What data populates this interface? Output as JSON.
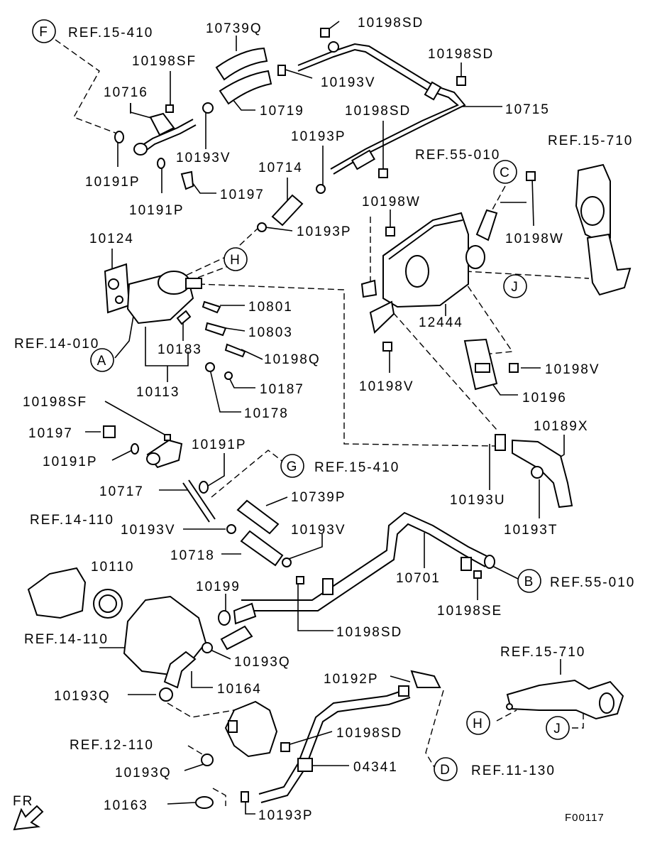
{
  "parts": [
    "10739Q",
    "10198SD",
    "10198SF",
    "10193V",
    "10198SD",
    "10716",
    "10719",
    "10715",
    "10198SD",
    "10193P",
    "10191P",
    "10193V",
    "10714",
    "10197",
    "10191P",
    "10193P",
    "10198W",
    "10124",
    "10198W",
    "10801",
    "10803",
    "10183",
    "10198Q",
    "12444",
    "10187",
    "10113",
    "10178",
    "10198V",
    "10198V",
    "10196",
    "10198SF",
    "10197",
    "10191P",
    "10191P",
    "10189X",
    "10717",
    "10739P",
    "10193U",
    "10193T",
    "10193V",
    "10193V",
    "10718",
    "10701",
    "10110",
    "10199",
    "10198SE",
    "10198SD",
    "10193Q",
    "10164",
    "10192P",
    "10193Q",
    "10198SD",
    "04341",
    "10193Q",
    "10163",
    "10193P"
  ],
  "references": [
    "REF.15-410",
    "REF.15-710",
    "REF.55-010",
    "REF.14-010",
    "REF.15-410",
    "REF.14-110",
    "REF.55-010",
    "REF.14-110",
    "REF.15-710",
    "REF.12-110",
    "REF.11-130"
  ],
  "callouts": [
    "F",
    "C",
    "H",
    "J",
    "A",
    "G",
    "B",
    "H",
    "J",
    "D"
  ],
  "figure_code": "F00117",
  "direction_label": "FR"
}
